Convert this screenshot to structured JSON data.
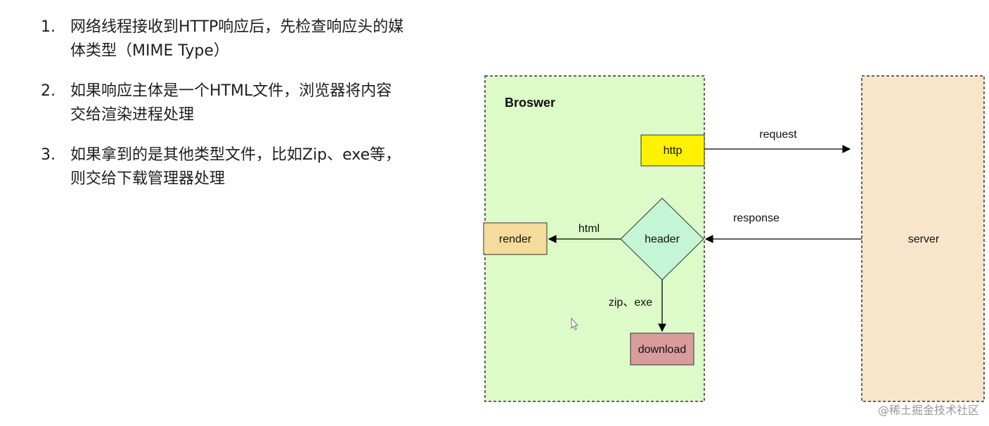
{
  "steps": [
    {
      "num": "1.",
      "text": "网络线程接收到HTTP响应后，先检查响应头的媒体类型（MIME Type）"
    },
    {
      "num": "2.",
      "text": "如果响应主体是一个HTML文件，浏览器将内容交给渲染进程处理"
    },
    {
      "num": "3.",
      "text": "如果拿到的是其他类型文件，比如Zip、exe等，则交给下载管理器处理"
    }
  ],
  "diagram": {
    "browser_label": "Broswer",
    "server_label": "server",
    "http_label": "http",
    "header_label": "header",
    "render_label": "render",
    "download_label": "download",
    "request_label": "request",
    "response_label": "response",
    "html_label": "html",
    "zip_label": "zip、exe",
    "colors": {
      "browser_fill": "#dcfbc8",
      "server_fill": "#f8e6cb",
      "http_fill": "#fff200",
      "header_fill": "#c4f5d5",
      "render_fill": "#f5dc9c",
      "download_fill": "#d99c9c"
    }
  },
  "watermark": "@稀土掘金技术社区"
}
